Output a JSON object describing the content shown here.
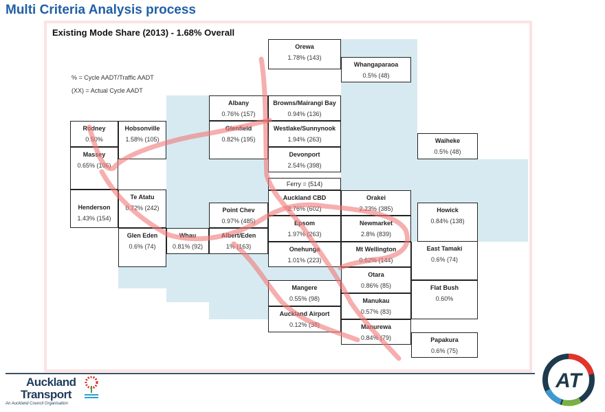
{
  "header": {
    "title": "Multi Criteria Analysis process"
  },
  "slide": {
    "subtitle": "Existing Mode Share (2013) - 1.68% Overall",
    "legend": [
      "% = Cycle AADT/Traffic AADT",
      "(XX) = Actual Cycle AADT"
    ],
    "areas": [
      {
        "name": "Orewa",
        "value": "1.78% (143)"
      },
      {
        "name": "Whangaparaoa",
        "value": "0.5% (48)"
      },
      {
        "name": "Albany",
        "value": "0.76% (157)"
      },
      {
        "name": "Browns/Mairangi Bay",
        "value": "0.94% (136)"
      },
      {
        "name": "Rodney",
        "value": "0.50%"
      },
      {
        "name": "Hobsonville",
        "value": "1.58% (105)"
      },
      {
        "name": "Glenfield",
        "value": "0.82% (195)"
      },
      {
        "name": "Westlake/Sunnynook",
        "value": "1.94% (263)"
      },
      {
        "name": "Devonport",
        "value": "2.54% (398)"
      },
      {
        "name": "Waiheke",
        "value": "0.5% (48)"
      },
      {
        "name": "Massey",
        "value": "0.65% (106)"
      },
      {
        "name": "Ferry = (514)",
        "value": ""
      },
      {
        "name": "Henderson",
        "value": "1.43% (154)"
      },
      {
        "name": "Te Atatu",
        "value": "0.72% (242)"
      },
      {
        "name": "Glen Eden",
        "value": "0.6% (74)"
      },
      {
        "name": "Whau",
        "value": "0.81% (92)"
      },
      {
        "name": "Point Chev",
        "value": "0.97% (485)"
      },
      {
        "name": "Albert/Eden",
        "value": "1% (163)"
      },
      {
        "name": "Auckland CBD",
        "value": "2.76% (602)"
      },
      {
        "name": "Orakei",
        "value": "2.23% (385)"
      },
      {
        "name": "Howick",
        "value": "0.84% (138)"
      },
      {
        "name": "Epsom",
        "value": "1.97% (263)"
      },
      {
        "name": "Newmarket",
        "value": "2.8% (839)"
      },
      {
        "name": "Onehunga",
        "value": "1.01% (223)"
      },
      {
        "name": "Mt Wellington",
        "value": "0.62% (144)"
      },
      {
        "name": "East Tamaki",
        "value": "0.6% (74)"
      },
      {
        "name": "Otara",
        "value": "0.86% (85)"
      },
      {
        "name": "Mangere",
        "value": "0.55% (98)"
      },
      {
        "name": "Flat Bush",
        "value": "0.60%"
      },
      {
        "name": "Manukau",
        "value": "0.57% (83)"
      },
      {
        "name": "Auckland Airport",
        "value": "0.12% (38)"
      },
      {
        "name": "Manurewa",
        "value": "0.84% (79)"
      },
      {
        "name": "Papakura",
        "value": "0.6% (75)"
      }
    ]
  },
  "footer": {
    "brand_line1": "Auckland",
    "brand_line2": "Transport",
    "brand_tagline": "An Auckland Council Organisation",
    "at_logo": "AT"
  },
  "colors": {
    "title": "#1f5fa6",
    "sea": "#d7eaf1",
    "route": "#f08080",
    "frame": "#fbe3e3"
  }
}
